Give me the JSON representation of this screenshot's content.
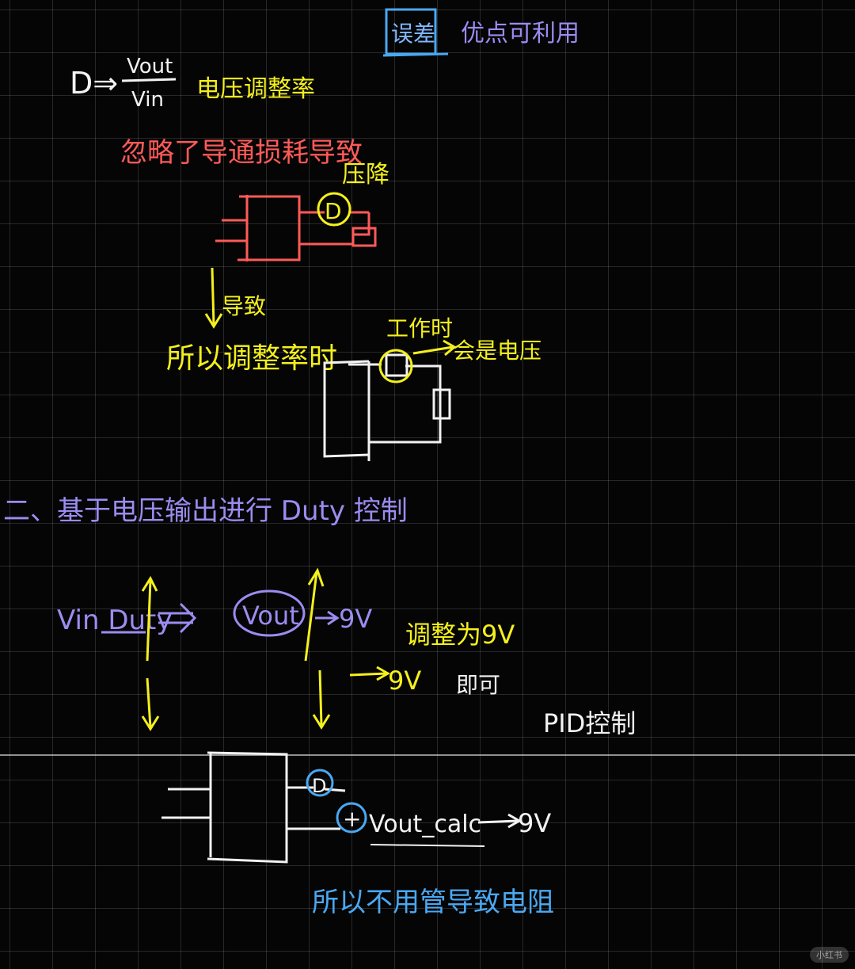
{
  "colors": {
    "white": "#f2f2f2",
    "yellow": "#f4f01c",
    "red": "#ff5a58",
    "purple": "#9b8cf0",
    "blue": "#4aa8f2",
    "background": "#050505"
  },
  "notes": {
    "header_boxed": "误差",
    "header_subtitle": "优点可利用",
    "formula_d": "D⇒",
    "formula_numerator": "Vout",
    "formula_denominator": "Vin",
    "formula_note": "电压调整率",
    "red_note": "忽略了导通损耗导致",
    "yellow_diode_note": "压降",
    "diode_label": "D",
    "arrow_cause": "导致",
    "duty_tuning_note": "所以调整率时",
    "work_note": "工作时",
    "voltage_drop_note": "会是电压",
    "section_two_title": "二、基于电压输出进行 Duty 控制",
    "vin_duty": "Vin Duty",
    "vout_label": "Vout",
    "vout_target": "9V",
    "tune_to_9v": "调整为9V",
    "output_9v": "9V",
    "just_ok": "即可",
    "pid_control": "PID控制",
    "bottom_d_label": "D",
    "bottom_plus": "+",
    "vout_calc": "Vout_calc",
    "bottom_9v": "9V",
    "bottom_note": "所以不用管导致电阻",
    "watermark": "小红书"
  }
}
